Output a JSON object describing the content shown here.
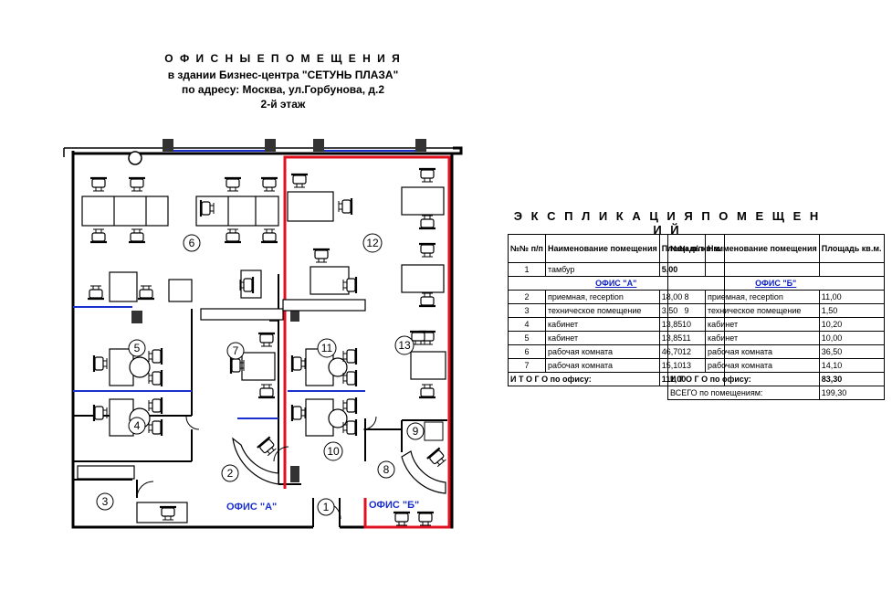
{
  "header": {
    "line1": "О Ф И С Н Ы Е   П О М Е Щ Е Н И Я",
    "line2": "в здании Бизнес-центра \"СЕТУНЬ ПЛАЗА\"",
    "line3": "по адресу: Москва, ул.Горбунова, д.2",
    "line4": "2-й этаж"
  },
  "plan": {
    "room_numbers": [
      "1",
      "2",
      "3",
      "4",
      "5",
      "6",
      "7",
      "8",
      "9",
      "10",
      "11",
      "12",
      "13"
    ],
    "label_office_a": "ОФИС \"А\"",
    "label_office_b": "ОФИС \"Б\"",
    "wall_color": "#000000",
    "office_b_border_color": "#e01020",
    "partition_color": "#1a2fd0"
  },
  "explication": {
    "title": "Э К С П Л И К А Ц И Я   П О М Е Щ Е Н И Й",
    "col_num": "№№ п/п",
    "col_name": "Наименование помещения",
    "col_area": "Площадь кв.м.",
    "left": {
      "top_rows": [
        {
          "n": "1",
          "name": "тамбур",
          "area": "5,00"
        }
      ],
      "office": "ОФИС \"А\"",
      "rows": [
        {
          "n": "2",
          "name": "приемная, reception",
          "area": "18,00"
        },
        {
          "n": "3",
          "name": "техническое помещение",
          "area": "3,50"
        },
        {
          "n": "4",
          "name": "кабинет",
          "area": "13,85"
        },
        {
          "n": "5",
          "name": "кабинет",
          "area": "13,85"
        },
        {
          "n": "6",
          "name": "рабочая комната",
          "area": "46,70"
        },
        {
          "n": "7",
          "name": "рабочая комната",
          "area": "15,10"
        }
      ],
      "total_label": "И Т О Г О   по офису:",
      "total_value": "111,00"
    },
    "right": {
      "office": "ОФИС \"Б\"",
      "rows": [
        {
          "n": "8",
          "name": "приемная, reception",
          "area": "11,00"
        },
        {
          "n": "9",
          "name": "техническое помещение",
          "area": "1,50"
        },
        {
          "n": "10",
          "name": "кабинет",
          "area": "10,20"
        },
        {
          "n": "11",
          "name": "кабинет",
          "area": "10,00"
        },
        {
          "n": "12",
          "name": "рабочая комната",
          "area": "36,50"
        },
        {
          "n": "13",
          "name": "рабочая комната",
          "area": "14,10"
        }
      ],
      "total_label": "И Т О Г О   по офису:",
      "total_value": "83,30",
      "grand_label": "ВСЕГО  по помещениям:",
      "grand_value": "199,30"
    }
  }
}
